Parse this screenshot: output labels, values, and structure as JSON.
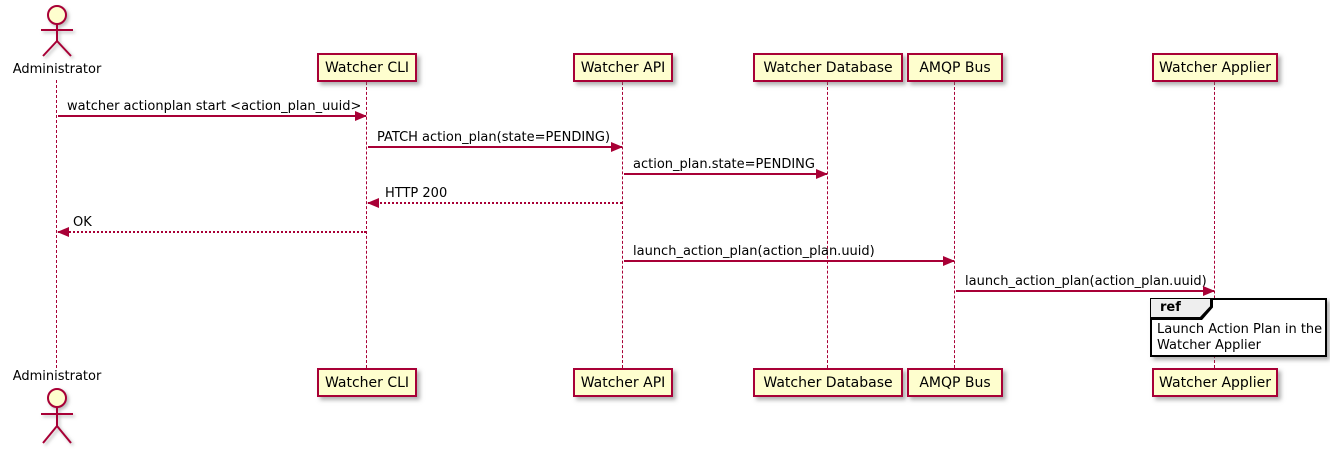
{
  "diagram": {
    "type": "sequence-diagram",
    "actor": {
      "label": "Administrator"
    },
    "participants": {
      "cli": {
        "label": "Watcher CLI"
      },
      "api": {
        "label": "Watcher API"
      },
      "db": {
        "label": "Watcher Database"
      },
      "amqp": {
        "label": "AMQP Bus"
      },
      "applier": {
        "label": "Watcher Applier"
      }
    },
    "messages": {
      "m1": {
        "label": "watcher actionplan start <action_plan_uuid>",
        "from": "Administrator",
        "to": "Watcher CLI",
        "style": "solid"
      },
      "m2": {
        "label": "PATCH action_plan(state=PENDING)",
        "from": "Watcher CLI",
        "to": "Watcher API",
        "style": "solid"
      },
      "m3": {
        "label": "action_plan.state=PENDING",
        "from": "Watcher API",
        "to": "Watcher Database",
        "style": "solid"
      },
      "m4": {
        "label": "HTTP 200",
        "from": "Watcher API",
        "to": "Watcher CLI",
        "style": "dotted"
      },
      "m5": {
        "label": "OK",
        "from": "Watcher CLI",
        "to": "Administrator",
        "style": "dotted"
      },
      "m6": {
        "label": "launch_action_plan(action_plan.uuid)",
        "from": "Watcher API",
        "to": "AMQP Bus",
        "style": "solid"
      },
      "m7": {
        "label": "launch_action_plan(action_plan.uuid)",
        "from": "AMQP Bus",
        "to": "Watcher Applier",
        "style": "solid"
      }
    },
    "ref": {
      "keyword": "ref",
      "line1": "Launch Action Plan in the",
      "line2": "Watcher Applier"
    },
    "colors": {
      "participant_fill": "#FEFECE",
      "participant_border": "#A80036",
      "line_color": "#A80036",
      "text_color": "#000000",
      "ref_header_fill": "#EEEEEE",
      "ref_border": "#000000"
    }
  }
}
